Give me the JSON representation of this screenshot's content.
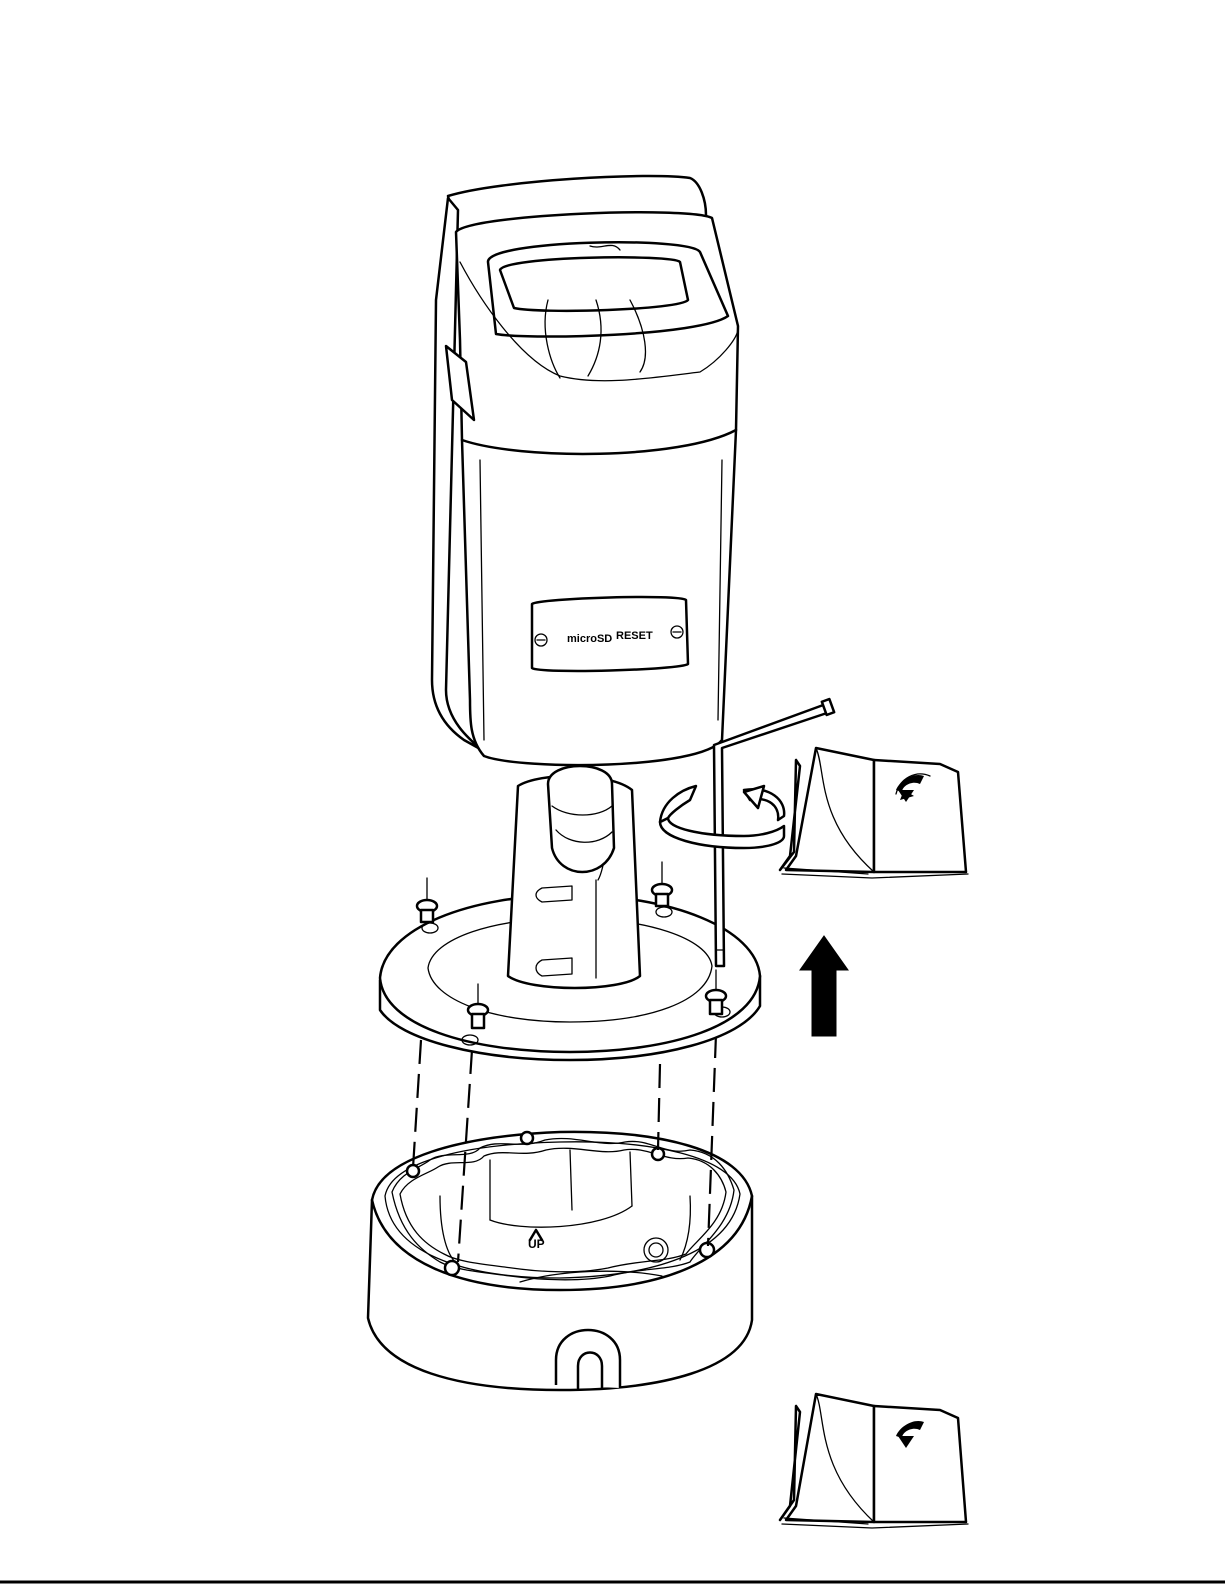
{
  "figure": {
    "cover_plate": {
      "labels": [
        "microSD",
        "RESET"
      ]
    },
    "junction_box": {
      "marking": "UP"
    }
  },
  "colors": {
    "line": "#000000",
    "fill": "#ffffff"
  },
  "icons": [
    "manual-book-icon",
    "rotate-arrow-icon",
    "up-arrow-icon",
    "hex-key-icon",
    "screw-icon"
  ]
}
